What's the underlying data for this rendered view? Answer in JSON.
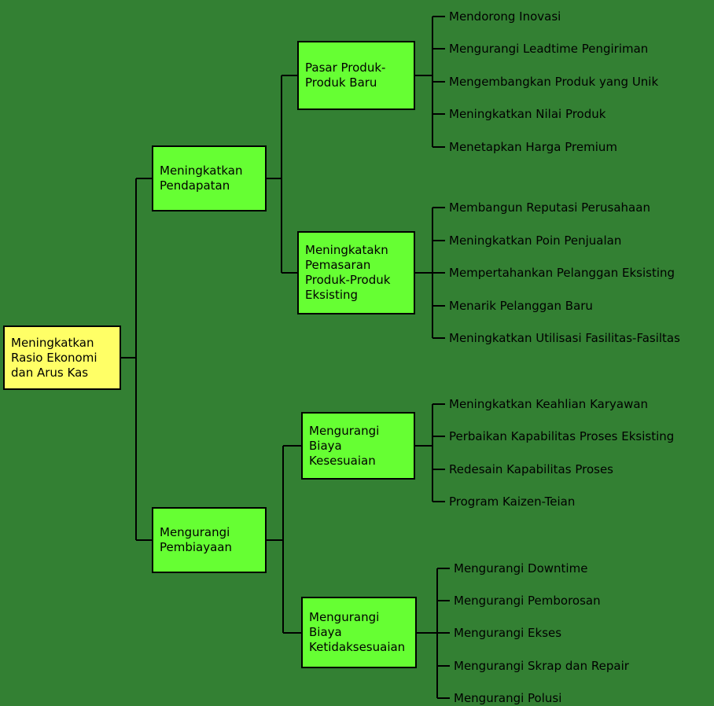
{
  "colors": {
    "background": "#338033",
    "node-green": "#66ff33",
    "node-yellow": "#ffff66",
    "line": "#000000",
    "text": "#000000"
  },
  "root": {
    "label": "Meningkatkan\nRasio Ekonomi\ndan  Arus Kas"
  },
  "level1": [
    {
      "label": "Meningkatkan\nPendapatan"
    },
    {
      "label": "Mengurangi\nPembiayaan"
    }
  ],
  "level2": [
    {
      "label": "Pasar Produk-\nProduk Baru",
      "items": [
        "Mendorong Inovasi",
        "Mengurangi Leadtime Pengiriman",
        "Mengembangkan Produk yang Unik",
        "Meningkatkan Nilai Produk",
        "Menetapkan Harga Premium"
      ]
    },
    {
      "label": "Meningkatakn\nPemasaran\nProduk-Produk\nEksisting",
      "items": [
        "Membangun Reputasi Perusahaan",
        "Meningkatkan Poin Penjualan",
        "Mempertahankan Pelanggan Eksisting",
        "Menarik Pelanggan Baru",
        "Meningkatkan Utilisasi Fasilitas-Fasiltas"
      ]
    },
    {
      "label": "Mengurangi\nBiaya\nKesesuaian",
      "items": [
        "Meningkatkan Keahlian Karyawan",
        "Perbaikan Kapabilitas Proses Eksisting",
        "Redesain Kapabilitas Proses",
        "Program Kaizen-Teian"
      ]
    },
    {
      "label": "Mengurangi\nBiaya\nKetidaksesuaian",
      "items": [
        "Mengurangi Downtime",
        "Mengurangi Pemborosan",
        "Mengurangi Ekses",
        "Mengurangi Skrap dan Repair",
        "Mengurangi Polusi"
      ]
    }
  ]
}
